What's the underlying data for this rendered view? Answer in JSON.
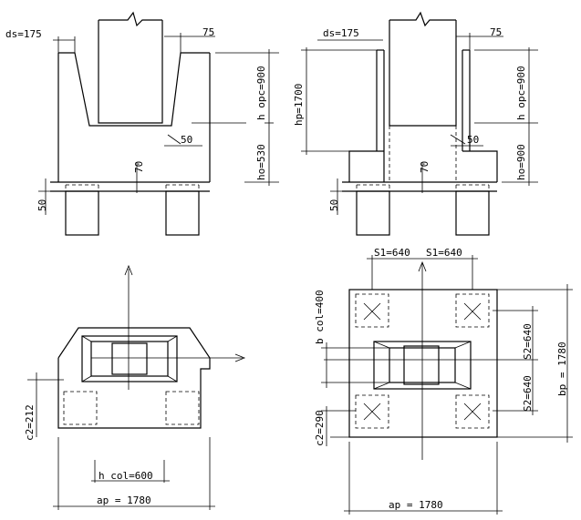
{
  "drawing": {
    "top_left": {
      "ds": "ds=175",
      "side": "75",
      "h_opc": "h opc=900",
      "ho": "ho=530",
      "step": "50",
      "v70": "70",
      "v50": "50"
    },
    "top_right": {
      "ds": "ds=175",
      "side": "75",
      "hp": "hp=1700",
      "h_opc": "h opc=900",
      "ho": "ho=900",
      "step": "50",
      "v70": "70",
      "v50": "50"
    },
    "bottom_left": {
      "c2": "c2=212",
      "h_col": "h col=600",
      "ap": "ap = 1780"
    },
    "bottom_right": {
      "s1a": "S1=640",
      "s1b": "S1=640",
      "b_col": "b col=400",
      "s2a": "S2=640",
      "s2b": "S2=640",
      "bp": "bp = 1780",
      "c2": "c2=290",
      "ap": "ap = 1780"
    }
  }
}
